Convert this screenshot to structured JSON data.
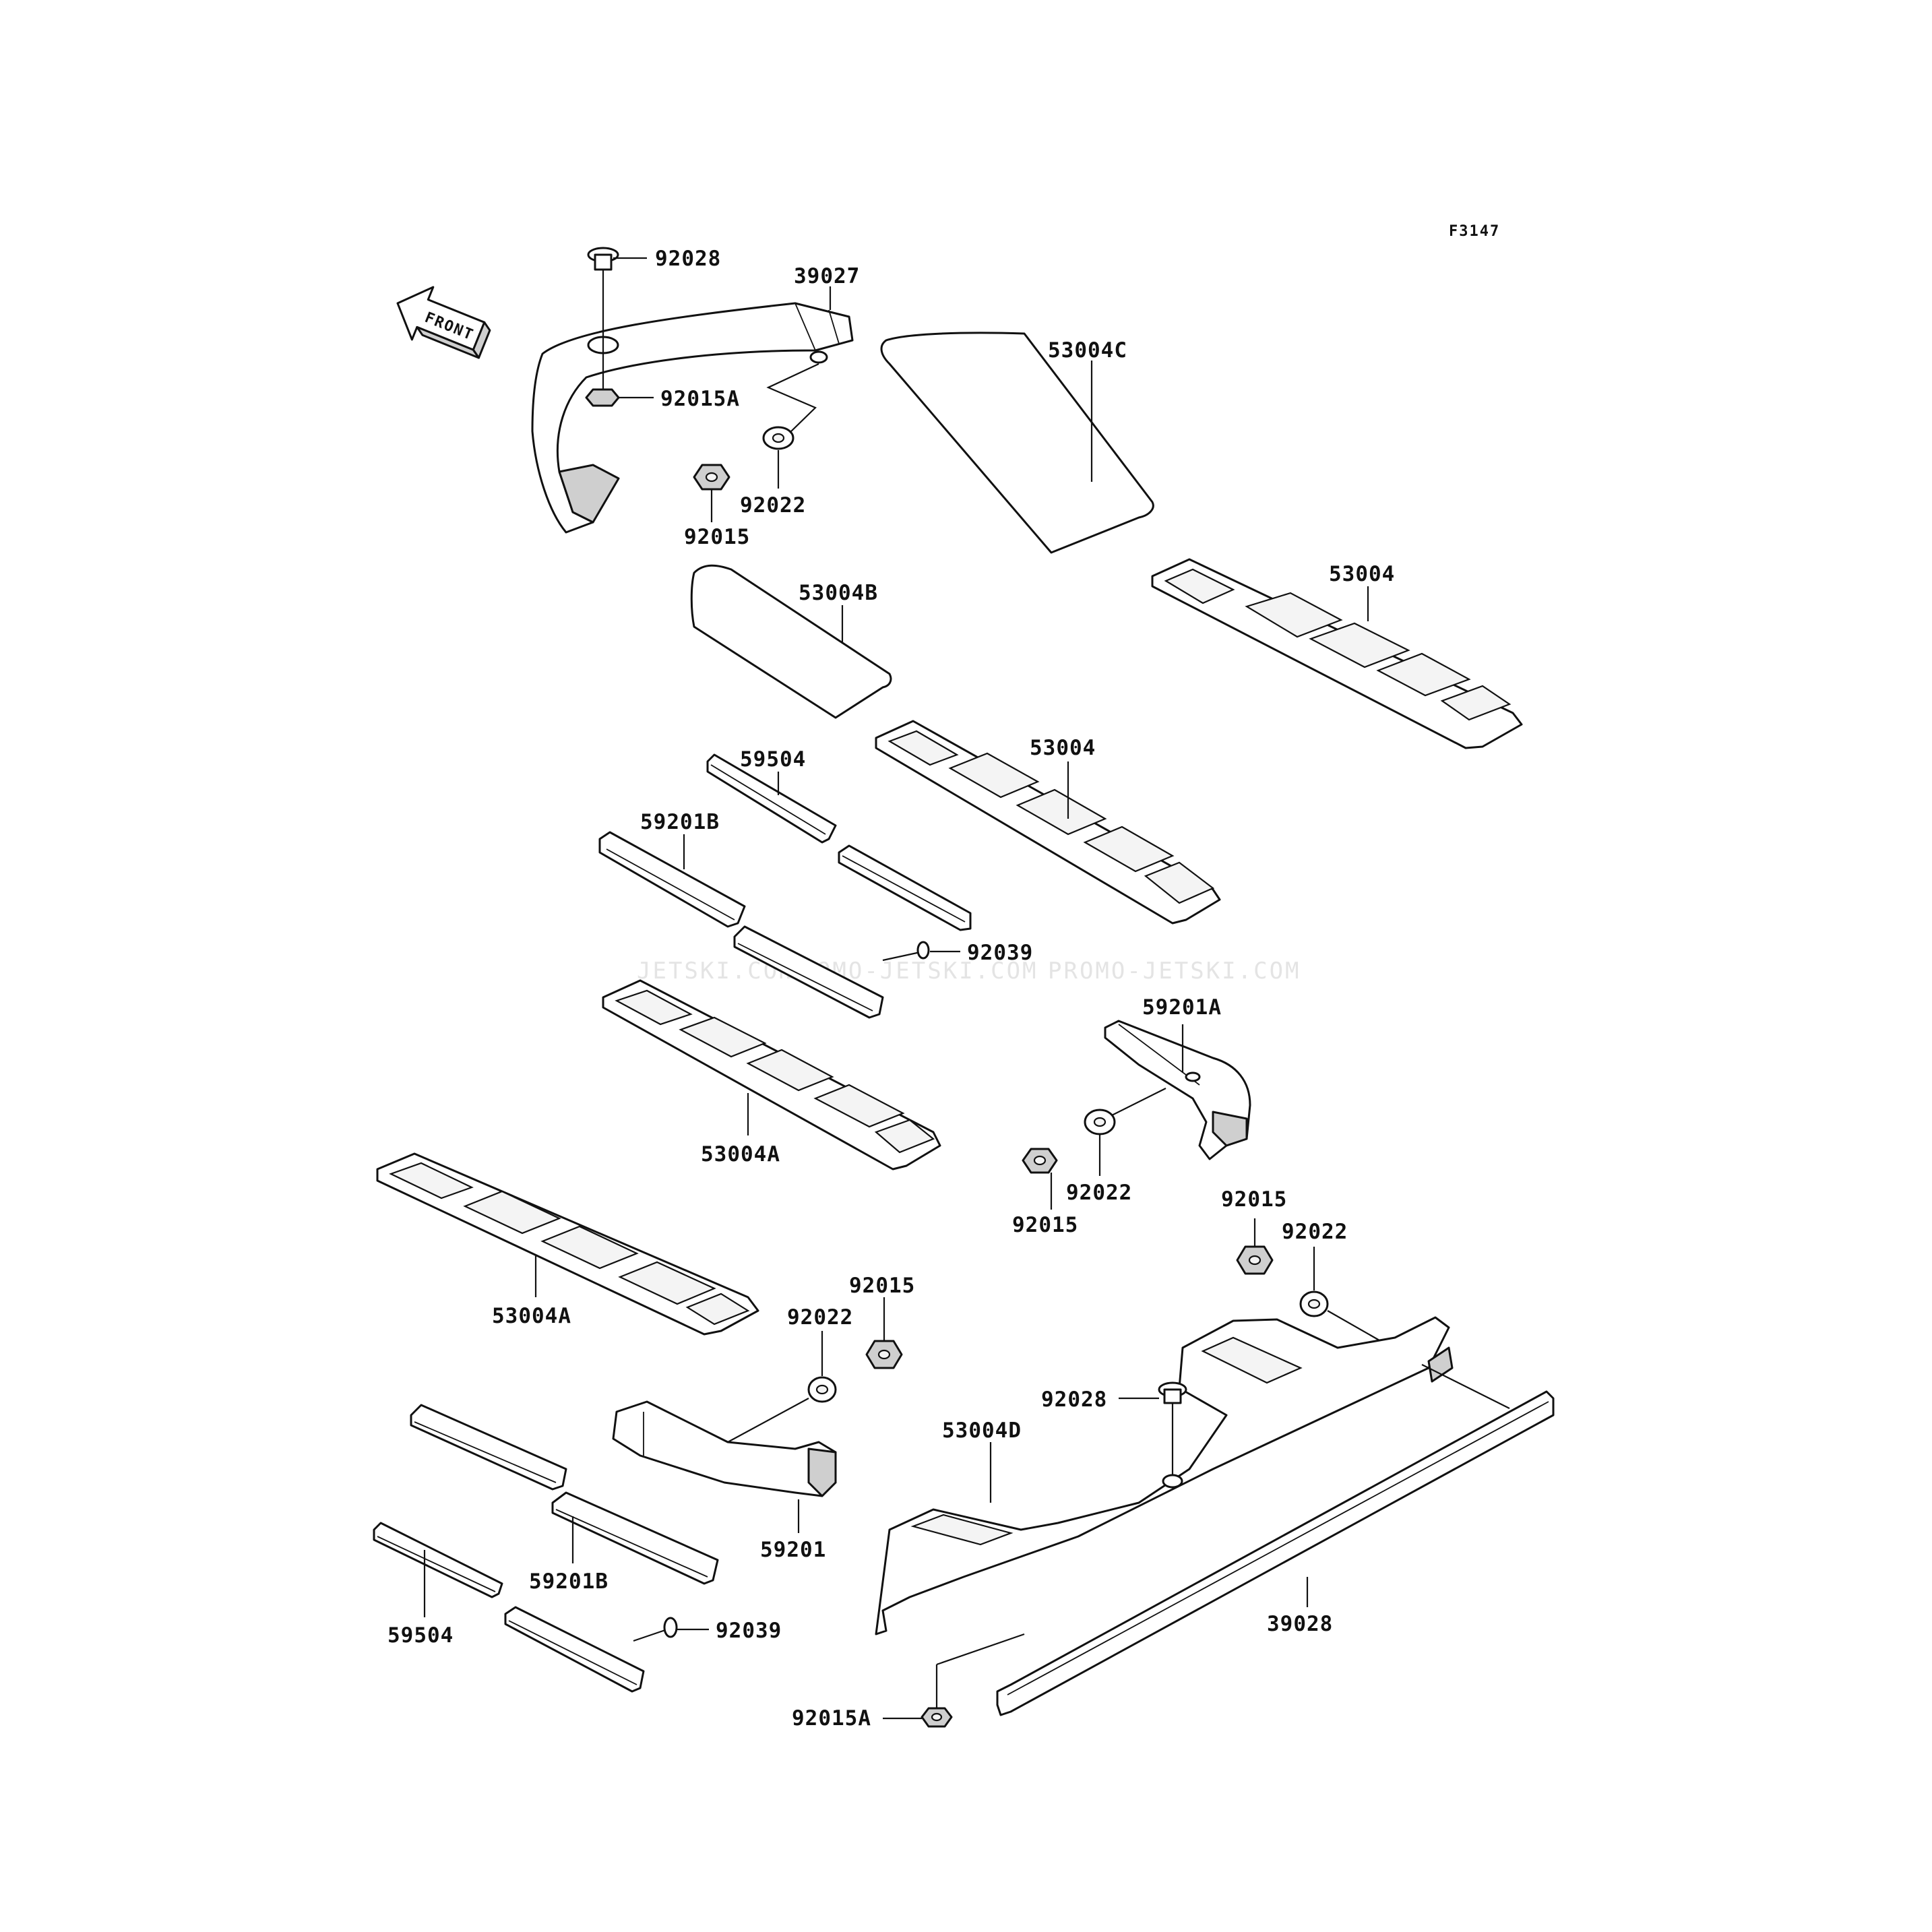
{
  "figure_code": "F3147",
  "front_label": "FRONT",
  "watermark": {
    "a": "JETSKI.COM",
    "b": "PROMO-JETSKI.COM",
    "c": "PROMO-JETSKI.COM"
  },
  "parts": {
    "p92028_top": "92028",
    "p39027": "39027",
    "p92015A_top": "92015A",
    "p92022_top": "92022",
    "p92015_top": "92015",
    "p53004C": "53004C",
    "p53004B": "53004B",
    "p53004_right": "53004",
    "p53004_mid": "53004",
    "p59504_top": "59504",
    "p59201B_top": "59201B",
    "p92039_top": "92039",
    "p59201A": "59201A",
    "p53004A_mid": "53004A",
    "p92022_mid": "92022",
    "p92015_mid": "92015",
    "p92015_right": "92015",
    "p92022_right": "92022",
    "p53004A_left": "53004A",
    "p92015_low": "92015",
    "p92022_low": "92022",
    "p92028_low": "92028",
    "p53004D": "53004D",
    "p59201": "59201",
    "p59201B_low": "59201B",
    "p59504_low": "59504",
    "p92039_low": "92039",
    "p39028": "39028",
    "p92015A_low": "92015A"
  }
}
